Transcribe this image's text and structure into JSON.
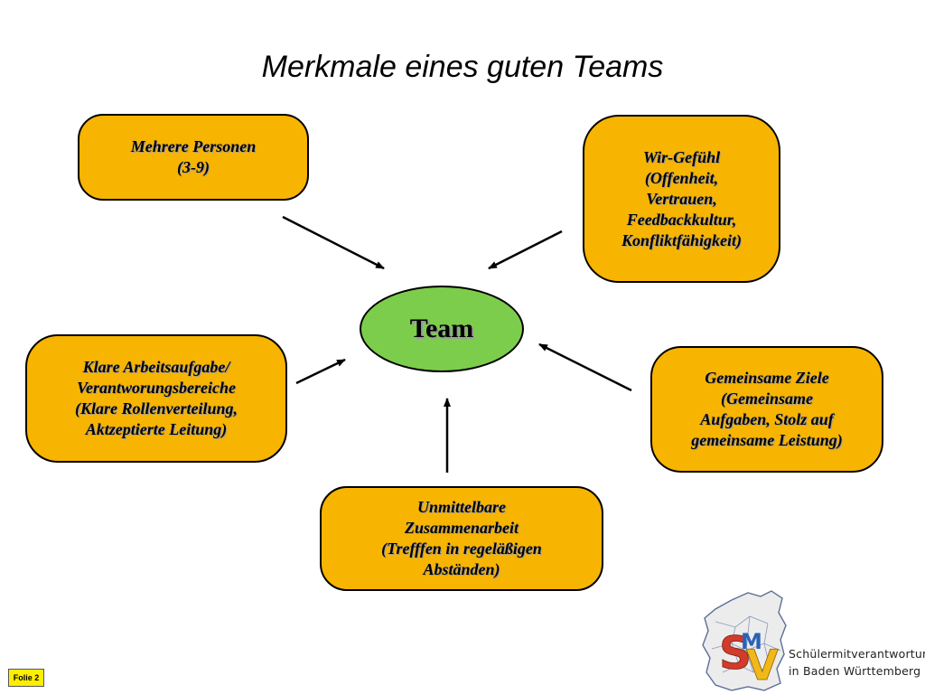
{
  "title": "Merkmale eines guten Teams",
  "center": {
    "label": "Team"
  },
  "boxes": {
    "mehrere_personen": {
      "lines": [
        "Mehrere Personen",
        "(3-9)"
      ]
    },
    "wir_gefuehl": {
      "lines": [
        "Wir-Gefühl",
        "(Offenheit,",
        "Vertrauen,",
        "Feedbackkultur,",
        "Konfliktfähigkeit)"
      ]
    },
    "klare_arbeitsaufgabe": {
      "lines": [
        "Klare Arbeitsaufgabe/",
        "Verantworungsbereiche",
        "(Klare Rollenverteilung,",
        "Aktzeptierte Leitung)"
      ]
    },
    "gemeinsame_ziele": {
      "lines": [
        "Gemeinsame Ziele",
        "(Gemeinsame",
        "Aufgaben, Stolz auf",
        "gemeinsame Leistung)"
      ]
    },
    "unmittelbare_zusammenarbeit": {
      "lines": [
        "Unmittelbare",
        "Zusammenarbeit",
        "(Trefffen in regeläßigen",
        "Abständen)"
      ]
    }
  },
  "footer": {
    "slide_label": "Folie 2",
    "logo_mark": "SMV",
    "org_lines": [
      "Schülermitverantwortung",
      "in Baden Württemberg"
    ]
  },
  "colors": {
    "box_fill": "#f7b400",
    "center_fill": "#7ccd4b",
    "slide_label_fill": "#ffee00"
  }
}
